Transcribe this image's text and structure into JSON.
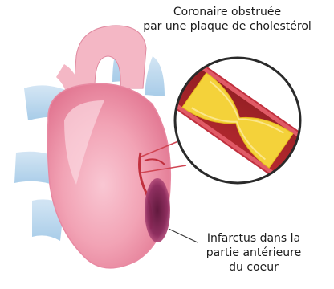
{
  "labels": {
    "occluded_artery": {
      "line1": "Coronaire obstruée",
      "line2": "par une plaque de cholestérol"
    },
    "infarct": {
      "line1": "Infarctus dans la",
      "line2": "partie antérieure",
      "line3": "du coeur"
    }
  },
  "colors": {
    "heart": "#f2a3b5",
    "heart_shade": "#e27792",
    "vessels": "#9fc7e6",
    "artery": "#d9363e",
    "plaque": "#f4d23a",
    "infarct": "#7a1f4f",
    "leader_line": "#333333"
  }
}
